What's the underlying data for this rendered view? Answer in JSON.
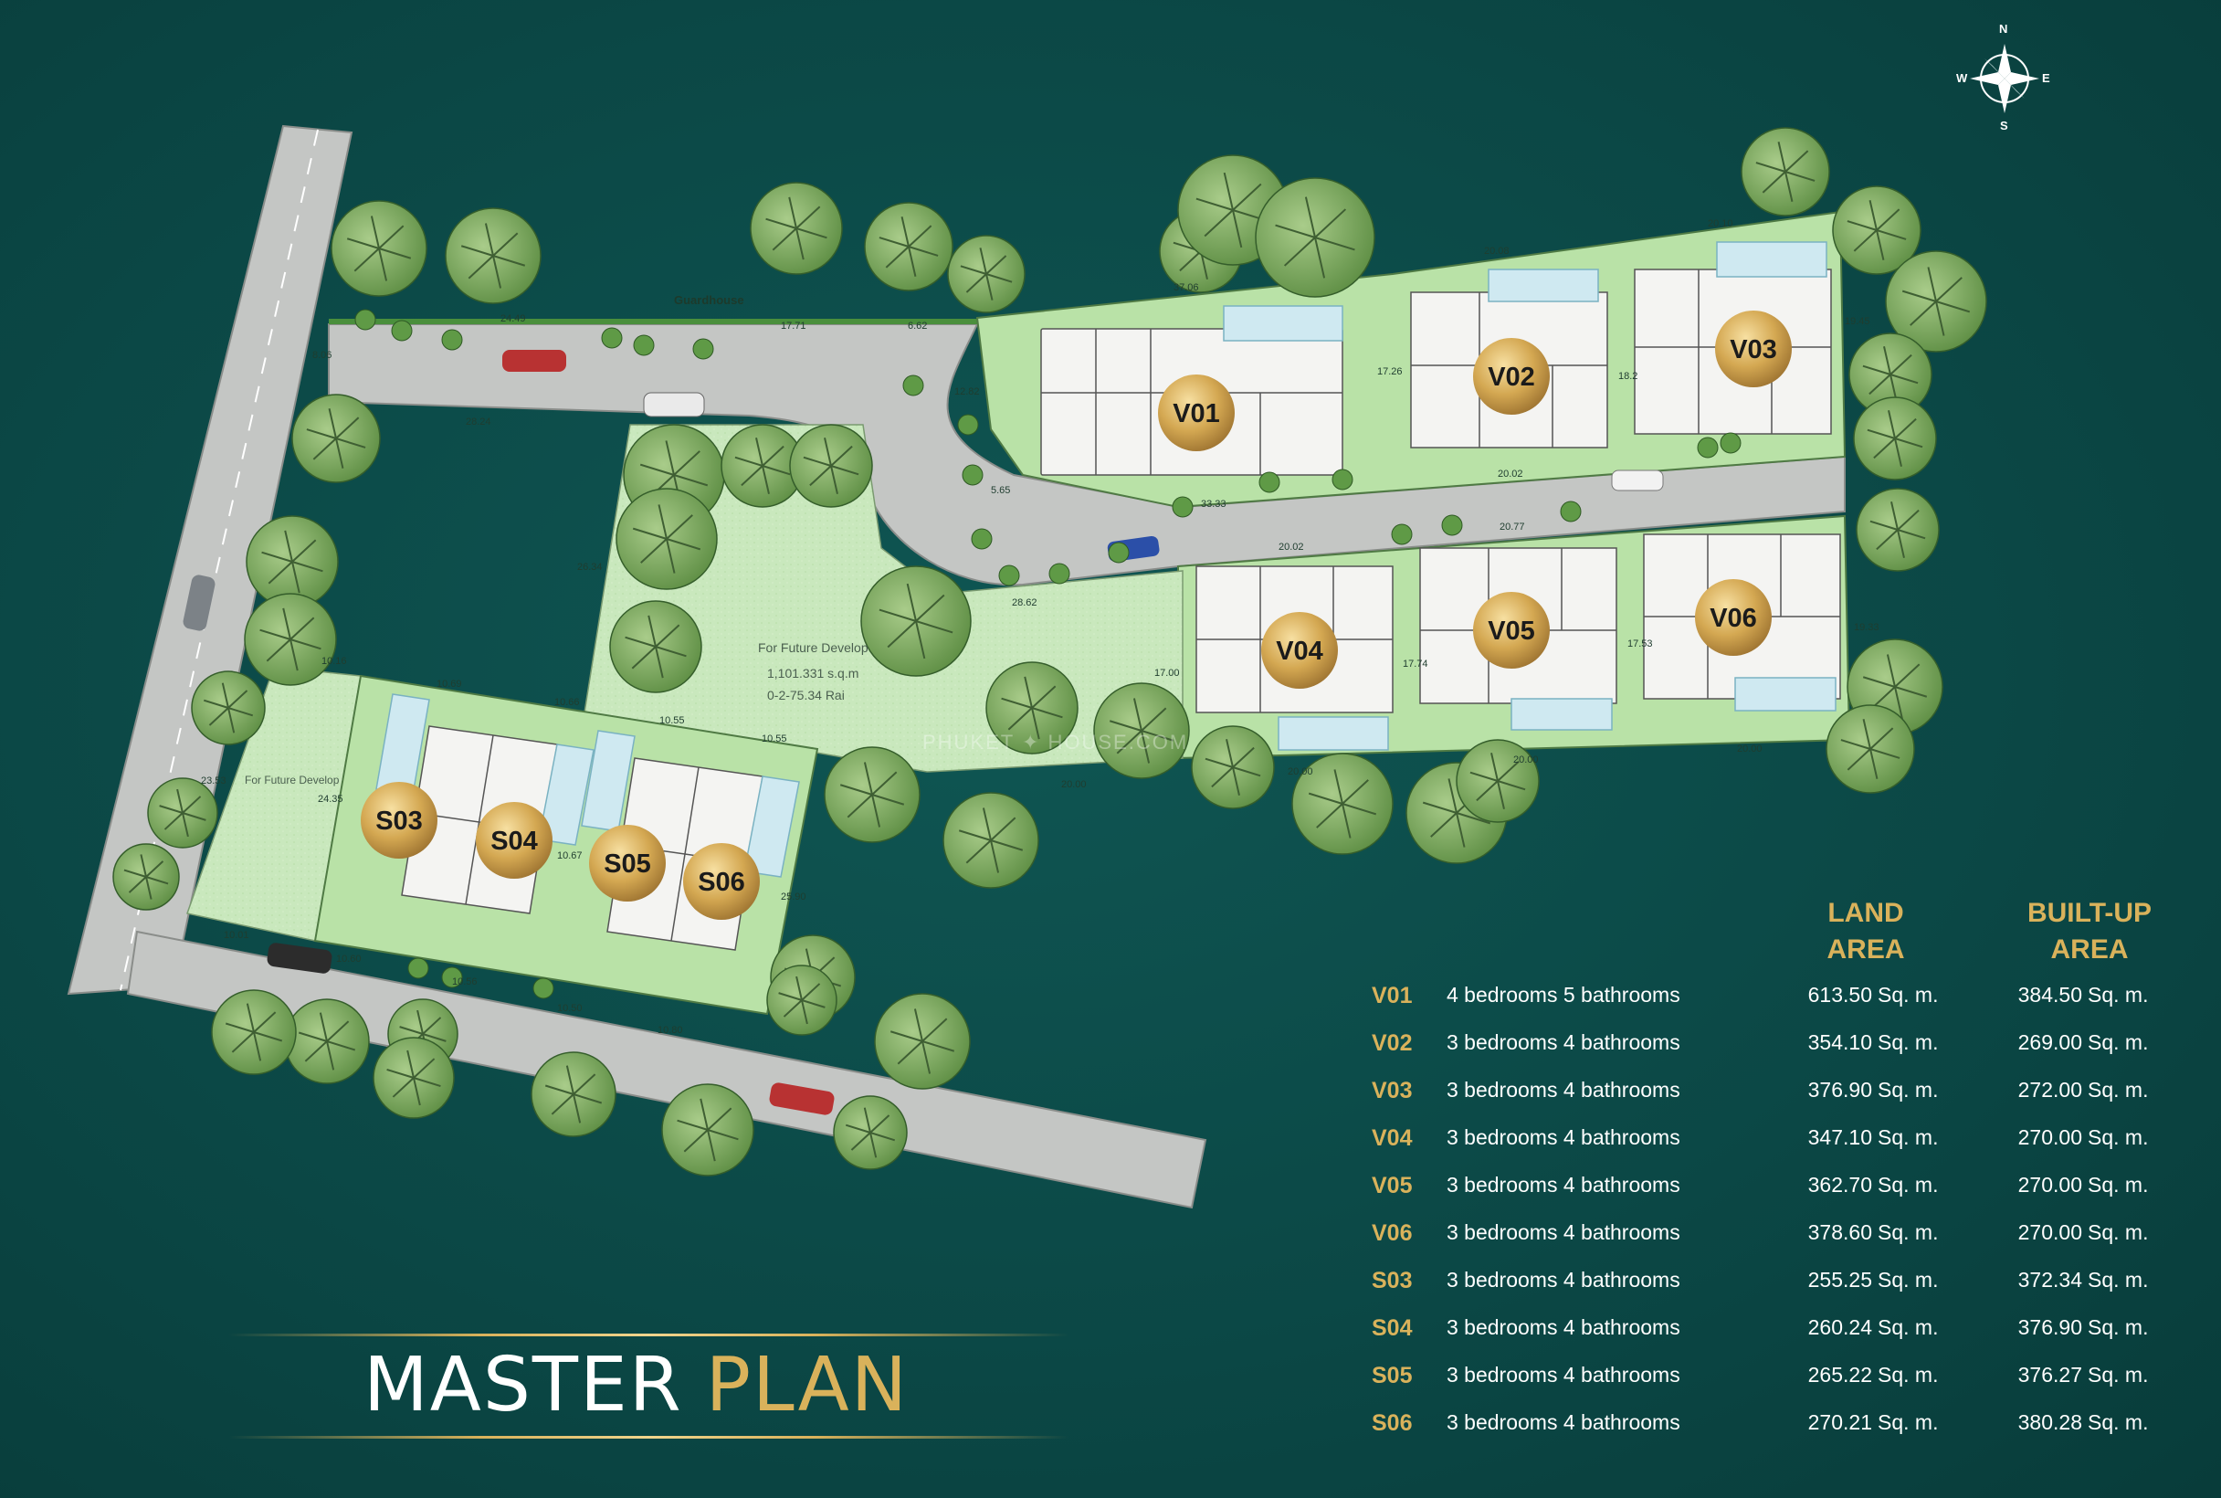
{
  "title": {
    "word1": "MASTER",
    "word2": "PLAN"
  },
  "compass": {
    "n": "N",
    "e": "E",
    "s": "S",
    "w": "W",
    "icon": "compass-rose-icon"
  },
  "legend": {
    "land_head": [
      "LAND",
      "AREA"
    ],
    "built_head": [
      "BUILT-UP",
      "AREA"
    ],
    "rows": [
      {
        "code": "V01",
        "desc": "4 bedrooms 5 bathrooms",
        "land": "613.50",
        "built": "384.50",
        "unit": "Sq. m."
      },
      {
        "code": "V02",
        "desc": "3 bedrooms 4 bathrooms",
        "land": "354.10",
        "built": "269.00",
        "unit": "Sq. m."
      },
      {
        "code": "V03",
        "desc": "3 bedrooms 4 bathrooms",
        "land": "376.90",
        "built": "272.00",
        "unit": "Sq. m."
      },
      {
        "code": "V04",
        "desc": "3 bedrooms 4 bathrooms",
        "land": "347.10",
        "built": "270.00",
        "unit": "Sq. m."
      },
      {
        "code": "V05",
        "desc": "3 bedrooms 4 bathrooms",
        "land": "362.70",
        "built": "270.00",
        "unit": "Sq. m."
      },
      {
        "code": "V06",
        "desc": "3 bedrooms 4 bathrooms",
        "land": "378.60",
        "built": "270.00",
        "unit": "Sq. m."
      },
      {
        "code": "S03",
        "desc": "3 bedrooms 4 bathrooms",
        "land": "255.25",
        "built": "372.34",
        "unit": "Sq. m."
      },
      {
        "code": "S04",
        "desc": "3 bedrooms 4 bathrooms",
        "land": "260.24",
        "built": "376.90",
        "unit": "Sq. m."
      },
      {
        "code": "S05",
        "desc": "3 bedrooms 4 bathrooms",
        "land": "265.22",
        "built": "376.27",
        "unit": "Sq. m."
      },
      {
        "code": "S06",
        "desc": "3 bedrooms 4 bathrooms",
        "land": "270.21",
        "built": "380.28",
        "unit": "Sq. m."
      }
    ]
  },
  "map": {
    "plot_labels": [
      "V01",
      "V02",
      "V03",
      "V04",
      "V05",
      "V06",
      "S03",
      "S04",
      "S05",
      "S06"
    ],
    "guardhouse": "Guardhouse",
    "future_develop_1": "For Future Develop",
    "future_area_sqm": "1,101.331  s.q.m",
    "future_area_rai": "0-2-75.34    Rai",
    "future_develop_2": "For Future Develop",
    "future_develop_2_dim": "24.35",
    "watermark": "PHUKET ✦ HOUSE.COM",
    "dims": {
      "d1": "24.49",
      "d2": "17.71",
      "d3": "6.62",
      "d4": "37.06",
      "d5": "20.08",
      "d6": "20.10",
      "d7": "8.06",
      "d8": "28.24",
      "d9": "12.82",
      "d10": "19.45",
      "d11": "17.26",
      "d12": "18.2",
      "d13": "20.02",
      "d14": "5.65",
      "d15": "33.33",
      "d16": "20.02",
      "d17": "20.77",
      "d18": "26.34",
      "d19": "28.62",
      "d20": "17.00",
      "d21": "17.74",
      "d22": "17.53",
      "d23": "19.33",
      "d24": "10.16",
      "d25": "10.69",
      "d26": "10.66",
      "d27": "10.55",
      "d28": "10.55",
      "d29": "20.00",
      "d30": "20.00",
      "d31": "20.00",
      "d32": "20.00",
      "d33": "23.53",
      "d34": "10.67",
      "d35": "25.90",
      "d36": "10.01",
      "d37": "10.60",
      "d38": "10.56",
      "d39": "10.50",
      "d40": "10.80"
    }
  }
}
